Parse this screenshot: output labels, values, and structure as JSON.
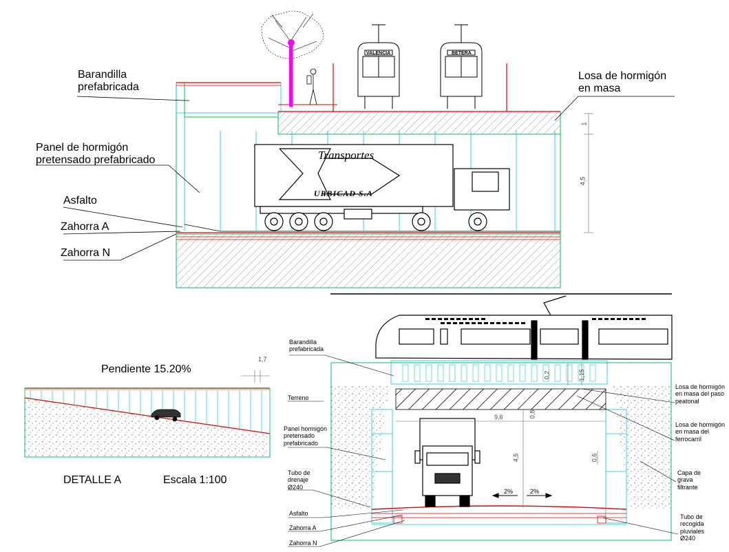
{
  "top_section": {
    "barandilla": [
      "Barandilla",
      "prefabricada"
    ],
    "losa": [
      "Losa de hormigón",
      "en masa"
    ],
    "panel": [
      "Panel de hormigón",
      "pretensado prefabricado"
    ],
    "asfalto": "Asfalto",
    "zahorra_a": "Zahorra A",
    "zahorra_n": "Zahorra N",
    "dim_1": "1",
    "dim_45": "4,5",
    "tram_left_sign": "VALENCIA",
    "tram_right_sign": "BETERA",
    "truck_brand": "Transportes",
    "truck_company": "URBICAD S.A"
  },
  "detail": {
    "pendiente": "Pendiente 15.20%",
    "dim_17": "1,7",
    "title": "DETALLE A",
    "scale": "Escala 1:100"
  },
  "cross_section": {
    "barandilla": [
      "Barandilla",
      "prefabricada"
    ],
    "terreno": "Terreno",
    "panel": [
      "Panel hormigón",
      "pretensado",
      "prefabricado"
    ],
    "tubo_drenaje": [
      "Tubo de",
      "drenaje",
      "Ø240"
    ],
    "asfalto": "Asfalto",
    "zahorra_a": "Zahorra A",
    "zahorra_n": "Zahorra N",
    "losa_paso": [
      "Losa de hormigón",
      "en masa del paso",
      "peatonal"
    ],
    "losa_ferro": [
      "Losa de hormigón",
      "en masa del",
      "ferrocarril"
    ],
    "capa_grava": [
      "Capa de",
      "grava",
      "filtrante"
    ],
    "tubo_recogida": [
      "Tubo de",
      "recogida",
      "pluviales",
      "Ø240"
    ],
    "dim_96": "9,6",
    "dim_45": "4,5",
    "dim_08": "0,8",
    "dim_02": "0,2",
    "dim_115": "1,15",
    "dim_06": "0,6",
    "slope_left": "2%",
    "slope_right": "2%"
  },
  "colors": {
    "concrete_outline": "#00c060",
    "cyan": "#00c8d8",
    "red": "#e00000",
    "magenta": "#ff00ff",
    "black": "#000000",
    "hatch": "#808080"
  }
}
